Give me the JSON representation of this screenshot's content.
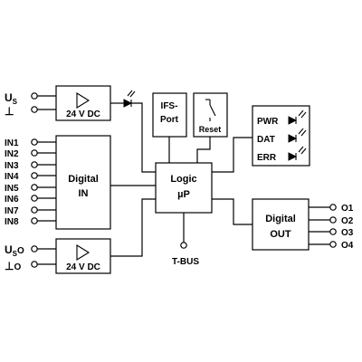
{
  "supply": {
    "us_main": "U",
    "us_sub": "S",
    "ground": "⊥",
    "uso_main": "U",
    "uso_sub": "S",
    "uso_tail": "O"
  },
  "converter_top": {
    "label": "24 V DC"
  },
  "converter_bottom": {
    "label": "24 V DC"
  },
  "inputs": [
    "IN1",
    "IN2",
    "IN3",
    "IN4",
    "IN5",
    "IN6",
    "IN7",
    "IN8"
  ],
  "digital_in": {
    "line1": "Digital",
    "line2": "IN"
  },
  "ifs_port": {
    "line1": "IFS-",
    "line2": "Port"
  },
  "reset": {
    "label": "Reset"
  },
  "status_leds": [
    "PWR",
    "DAT",
    "ERR"
  ],
  "logic": {
    "line1": "Logic",
    "line2": "µP"
  },
  "tbus": {
    "label": "T-BUS"
  },
  "digital_out": {
    "line1": "Digital",
    "line2": "OUT"
  },
  "outputs": [
    "O1",
    "O2",
    "O3",
    "O4"
  ]
}
